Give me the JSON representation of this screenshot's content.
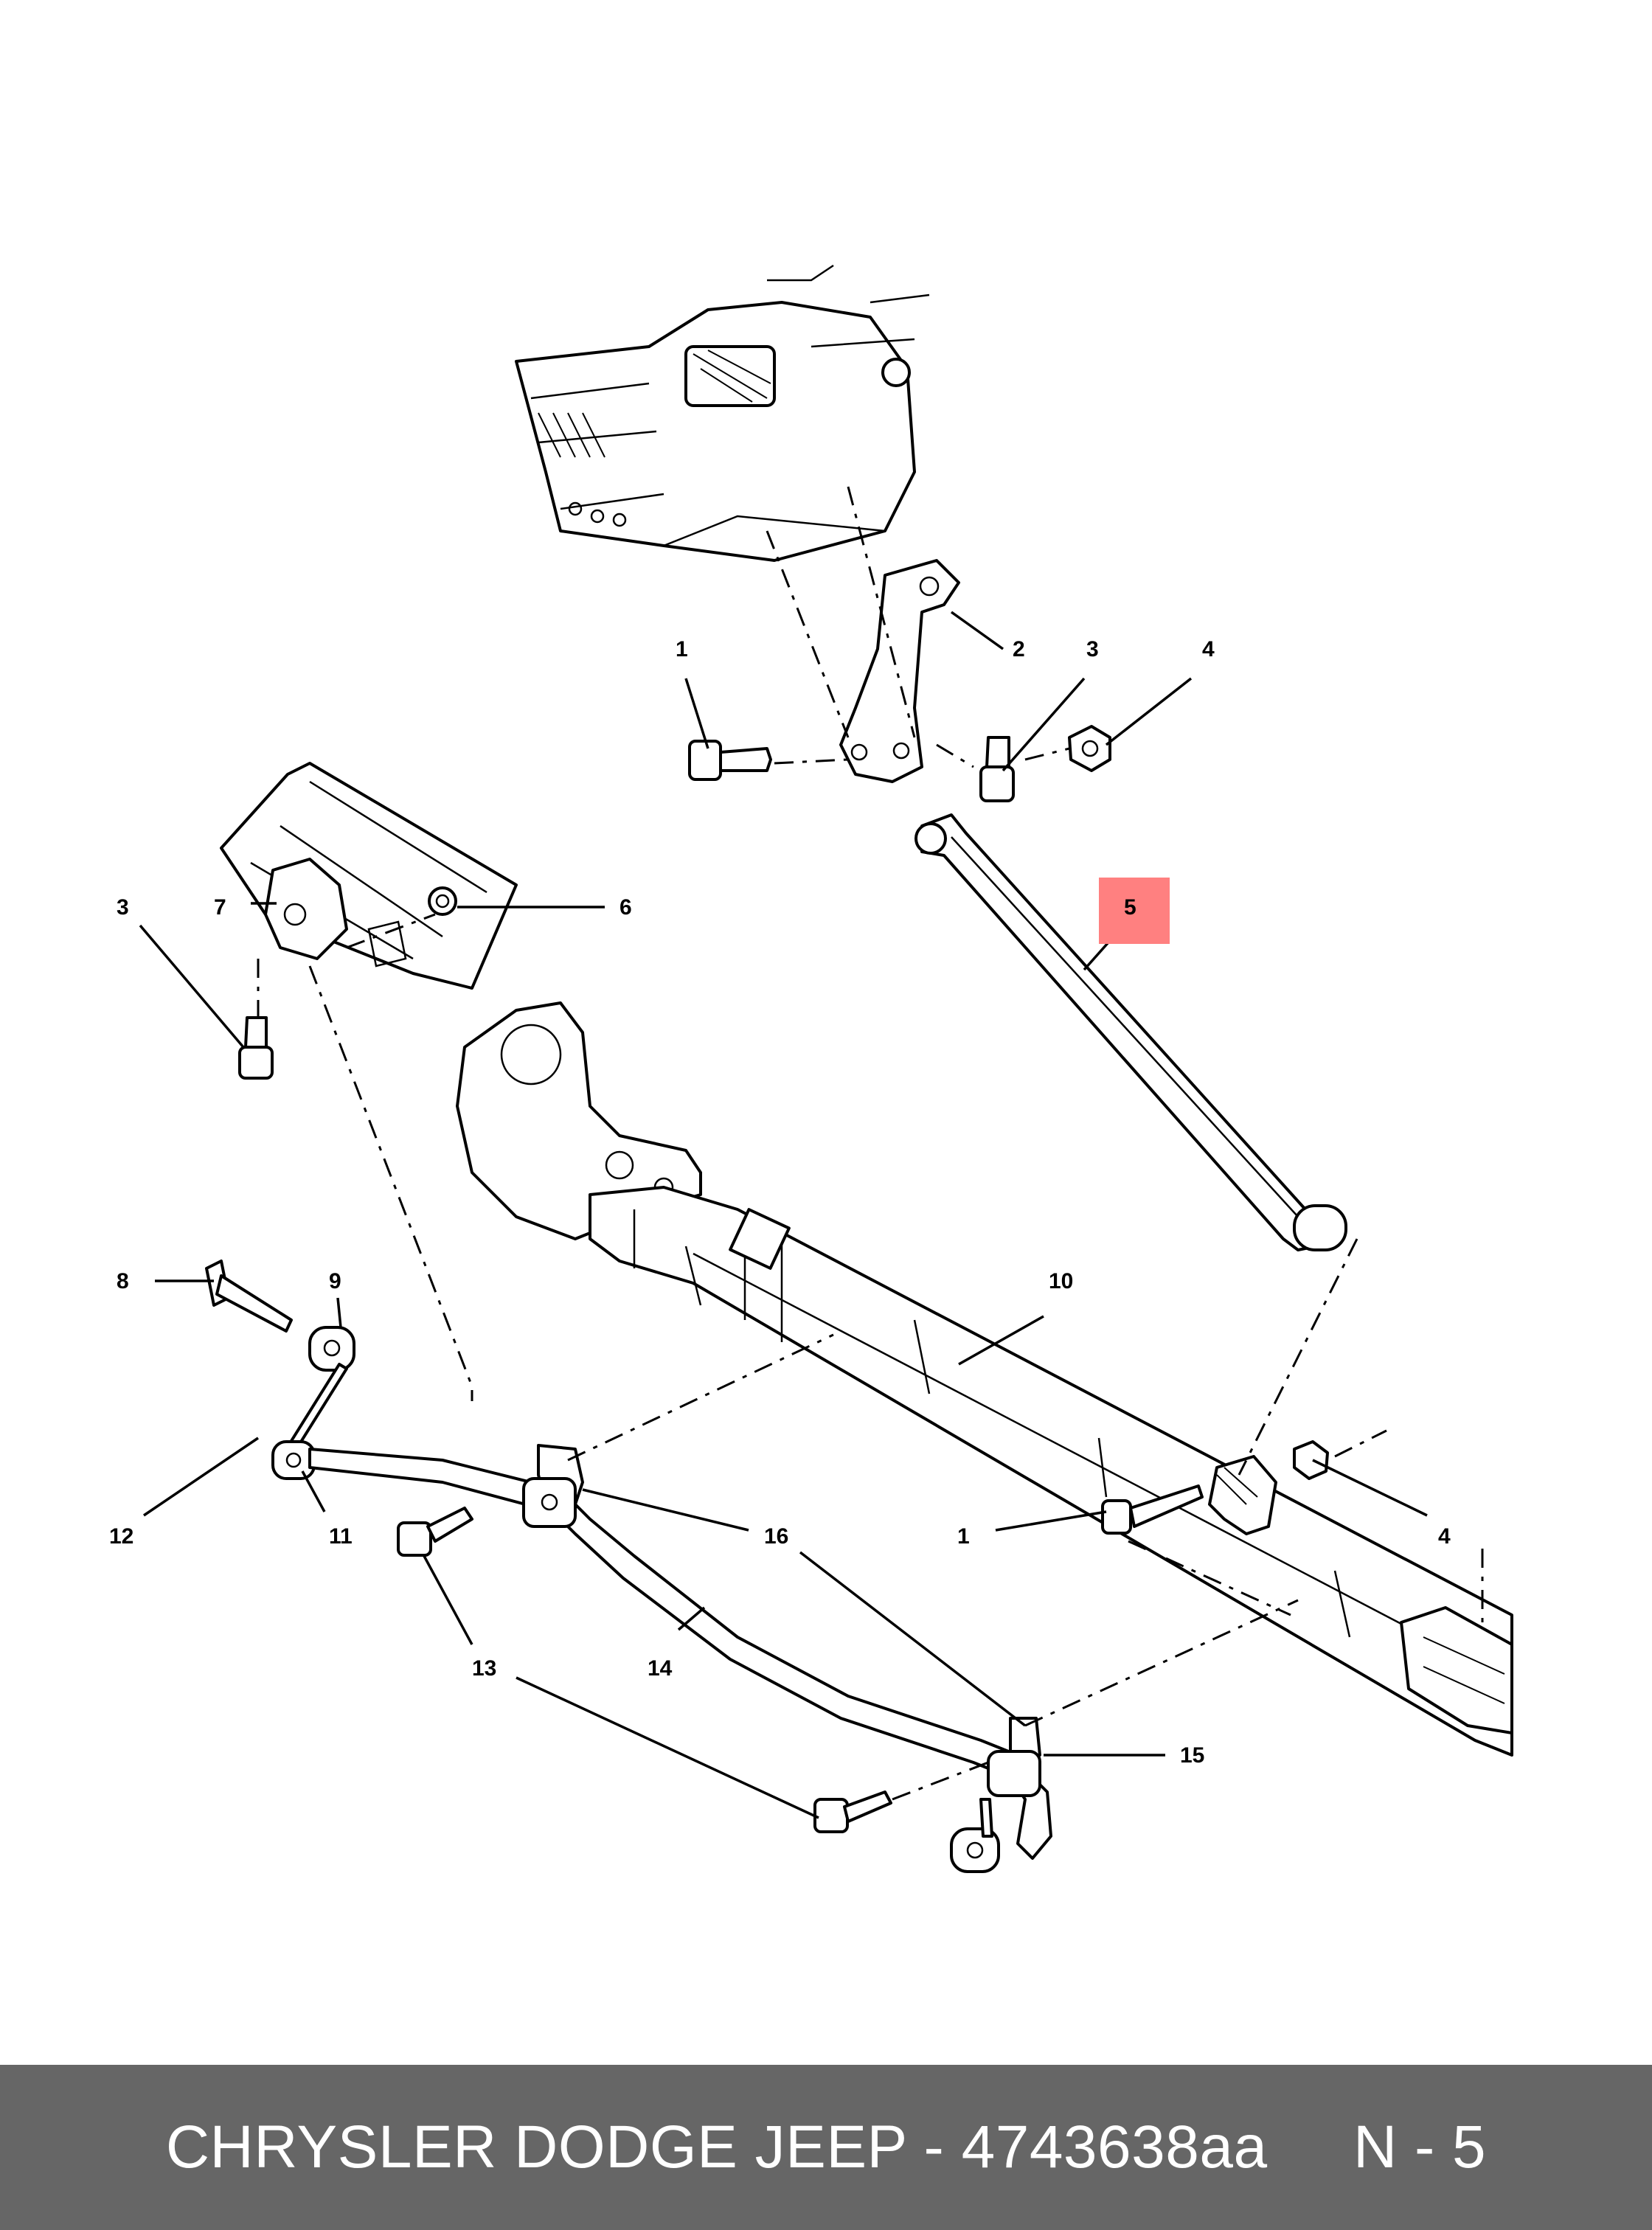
{
  "diagram": {
    "callouts": [
      {
        "id": "c1-top",
        "text": "1"
      },
      {
        "id": "c2",
        "text": "2"
      },
      {
        "id": "c3-top",
        "text": "3"
      },
      {
        "id": "c4-top",
        "text": "4"
      },
      {
        "id": "c5",
        "text": "5"
      },
      {
        "id": "c3-left",
        "text": "3"
      },
      {
        "id": "c7",
        "text": "7"
      },
      {
        "id": "c6",
        "text": "6"
      },
      {
        "id": "c8",
        "text": "8"
      },
      {
        "id": "c9",
        "text": "9"
      },
      {
        "id": "c10",
        "text": "10"
      },
      {
        "id": "c12",
        "text": "12"
      },
      {
        "id": "c11",
        "text": "11"
      },
      {
        "id": "c16",
        "text": "16"
      },
      {
        "id": "c1-bottom",
        "text": "1"
      },
      {
        "id": "c4-bottom",
        "text": "4"
      },
      {
        "id": "c13",
        "text": "13"
      },
      {
        "id": "c14",
        "text": "14"
      },
      {
        "id": "c15",
        "text": "15"
      }
    ],
    "highlighted_callout": "5",
    "highlight_color": "#ff8080"
  },
  "footer": {
    "text": "CHRYSLER DODGE JEEP - 4743638aa     N - 5",
    "background": "#666666",
    "text_color": "#ffffff"
  }
}
